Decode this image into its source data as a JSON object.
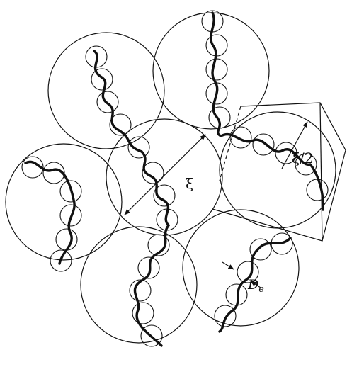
{
  "diagram": {
    "labels": {
      "xi": "ξ",
      "xi_half": "ξ/2",
      "de_main": "D",
      "de_sub": "e"
    }
  }
}
